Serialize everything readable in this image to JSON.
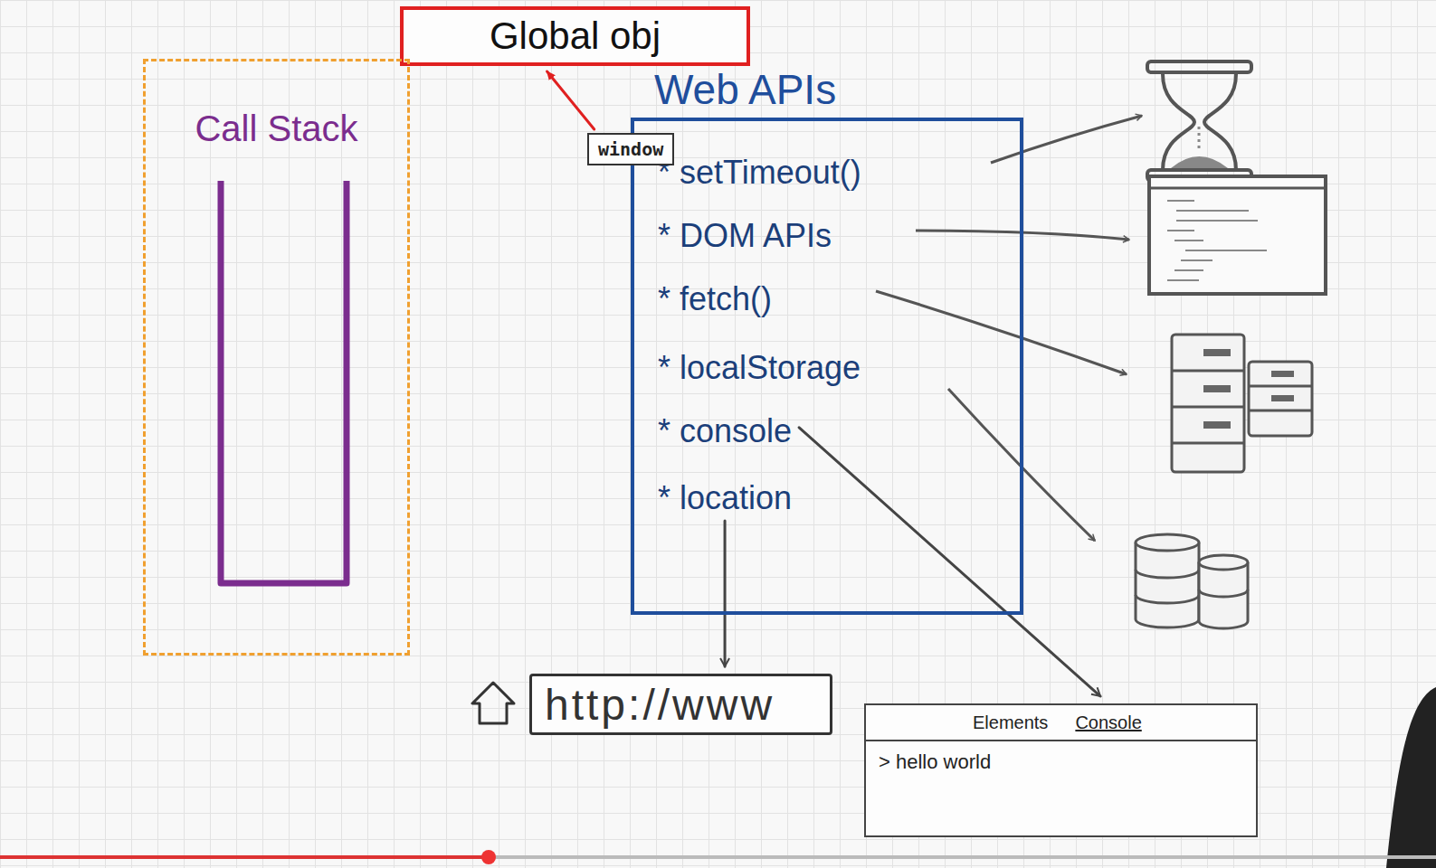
{
  "diagram": {
    "nodes": [
      {
        "text": [
          "Global obj"
        ]
      },
      {
        "text": [
          "Call Stack"
        ]
      },
      {
        "text": [
          "Web APIs"
        ]
      },
      {
        "text": [
          "window"
        ],
        "in": 2
      },
      {
        "text": [
          "* setTimeout()"
        ],
        "in": 2
      },
      {
        "text": [
          "* DOM APIs"
        ],
        "in": 2
      },
      {
        "text": [
          "* fetch()"
        ],
        "in": 2
      },
      {
        "text": [
          "* localStorage"
        ],
        "in": 2
      },
      {
        "text": [
          "* console"
        ],
        "in": 2
      },
      {
        "text": [
          "* location"
        ],
        "in": 2
      },
      {
        "text": [
          "http://www"
        ]
      },
      {
        "text": [
          "Elements",
          "Console",
          "> hello world"
        ]
      }
    ],
    "edges": [
      {
        "from": 3,
        "to": 0,
        "arrow": "to"
      },
      {
        "from": 9,
        "to": 10,
        "arrow": "to"
      },
      {
        "from": 8,
        "to": 11,
        "arrow": "to"
      }
    ]
  }
}
